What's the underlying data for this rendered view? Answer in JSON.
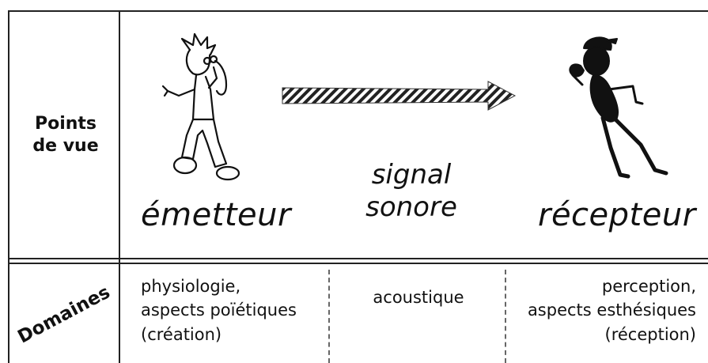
{
  "row1": {
    "label_line1": "Points",
    "label_line2": "de vue"
  },
  "emitter": {
    "label": "émetteur"
  },
  "signal": {
    "line1": "signal",
    "line2": "sonore"
  },
  "receiver": {
    "label": "récepteur"
  },
  "row2": {
    "label": "Domaines"
  },
  "domains": {
    "col1": [
      "physiologie,",
      "aspects poïétiques",
      "(création)"
    ],
    "col2": [
      "acoustique"
    ],
    "col3": [
      "perception,",
      "aspects esthésiques",
      "(réception)"
    ]
  }
}
